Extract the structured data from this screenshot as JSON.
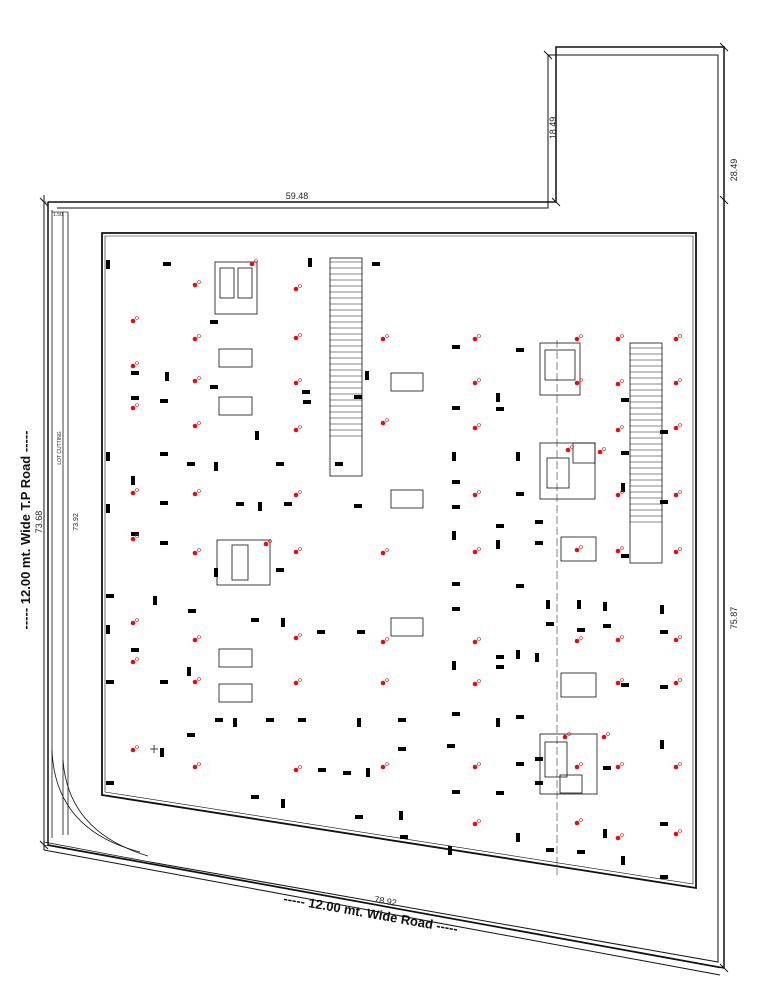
{
  "roads": {
    "left": "----- 12.00 mt. Wide T.P Road -----",
    "bottom": "----- 12.00 mt. Wide Road -----"
  },
  "dimensions": {
    "top": "59.48",
    "notch_height": "18.49",
    "right_upper": "28.49",
    "right_lower": "75.87",
    "left_outer": "73.68",
    "left_inner": "73.92",
    "bottom": "78.92",
    "setback_small": "1.50"
  },
  "labels": {
    "lot_cutting": "LOT CUTTING"
  },
  "colors": {
    "lines": "#111111",
    "columns": "#000000",
    "markers": "#e01010"
  }
}
